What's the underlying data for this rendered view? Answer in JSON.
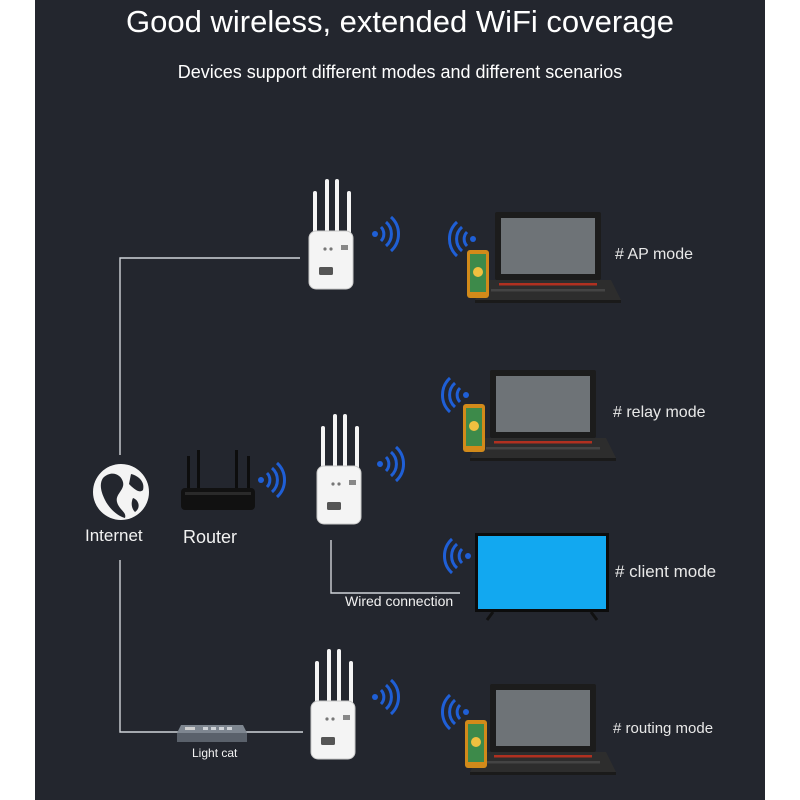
{
  "header": {
    "title": "Good wireless, extended WiFi coverage",
    "subtitle": "Devices support different modes and different scenarios"
  },
  "labels": {
    "internet": "Internet",
    "router": "Router",
    "wired_connection": "Wired connection",
    "light_cat": "Light cat"
  },
  "modes": [
    "# AP mode",
    "# relay mode",
    "# client mode",
    "# routing mode"
  ],
  "colors": {
    "background": "#23262e",
    "signal_waves": "#1f5fd6",
    "tv_screen": "#12a8f0",
    "connector_lines": "#cfd3d8"
  },
  "icons": [
    "globe-icon",
    "router-icon",
    "wifi-extender-icon",
    "wifi-signal-icon",
    "laptop-icon",
    "smartphone-icon",
    "tv-icon",
    "light-cat-modem-icon"
  ]
}
